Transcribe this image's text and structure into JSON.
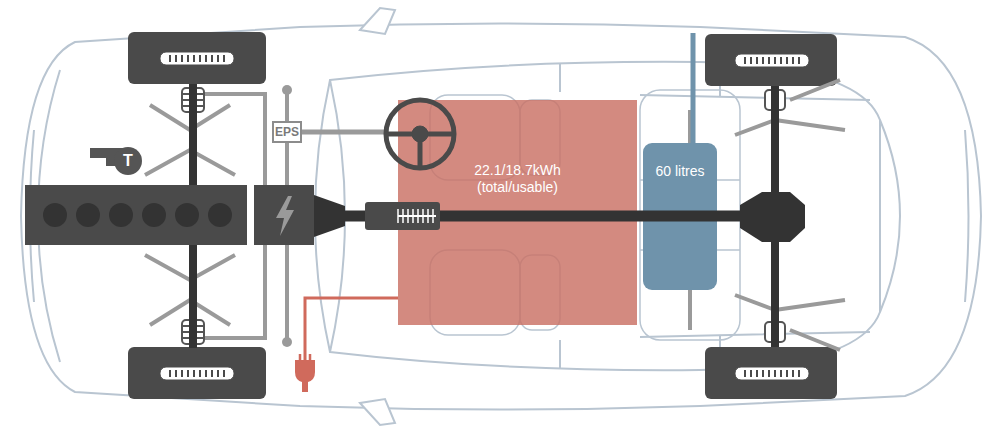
{
  "diagram": {
    "nodes": [
      {
        "text": [
          "T"
        ]
      },
      {
        "text": [
          "EPS"
        ]
      },
      {
        "text": [
          "22.1/18.7kWh (total/usable)"
        ]
      },
      {
        "text": [
          "60 litres"
        ]
      }
    ]
  }
}
